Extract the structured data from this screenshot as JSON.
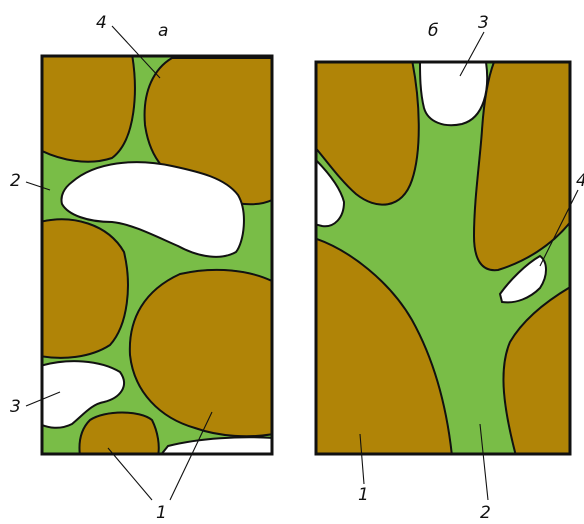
{
  "colors": {
    "solid_grain": "#b08407",
    "pore_fluid": "#79bd47",
    "void": "#ffffff",
    "outline": "#111111"
  },
  "panels": [
    {
      "letter": "а",
      "callouts": {
        "pore_fluid": "2",
        "void": "3",
        "film": "4",
        "solid_grain": "1"
      }
    },
    {
      "letter": "б",
      "callouts": {
        "void": "3",
        "film": "4",
        "solid_grain": "1",
        "pore_fluid": "2"
      }
    }
  ]
}
